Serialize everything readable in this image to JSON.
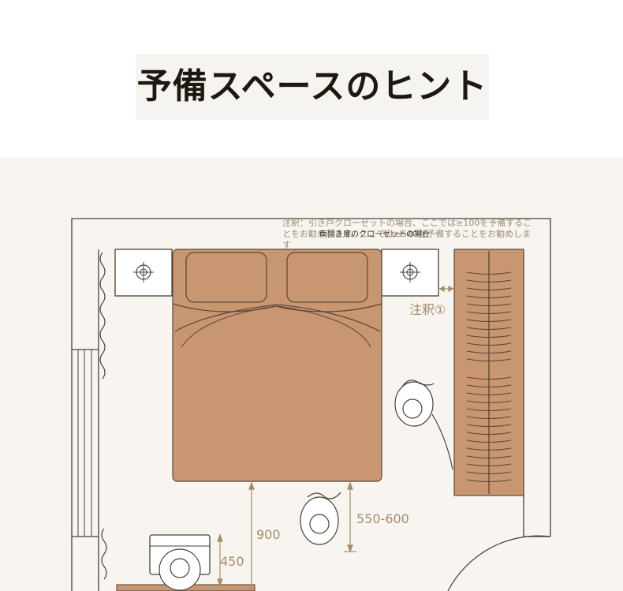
{
  "header": {
    "title": "予備スペースのヒント"
  },
  "notes": {
    "sliding_closet": "注釈：引き戸クローゼットの場合、ここでは≥100を予備することをお勧めします。ここでは≥500を予備することをお勧めします",
    "hinged_closet": "両開き扉のクローゼットの場合"
  },
  "dimensions": {
    "note_ref": "注釈①",
    "bed_to_person": "550-600",
    "bed_to_wall": "900",
    "desk_space": "450"
  },
  "colors": {
    "bed": "#c89772",
    "wall": "#4a4037",
    "dimension": "#a48b6c",
    "background": "#f8f5f0"
  }
}
